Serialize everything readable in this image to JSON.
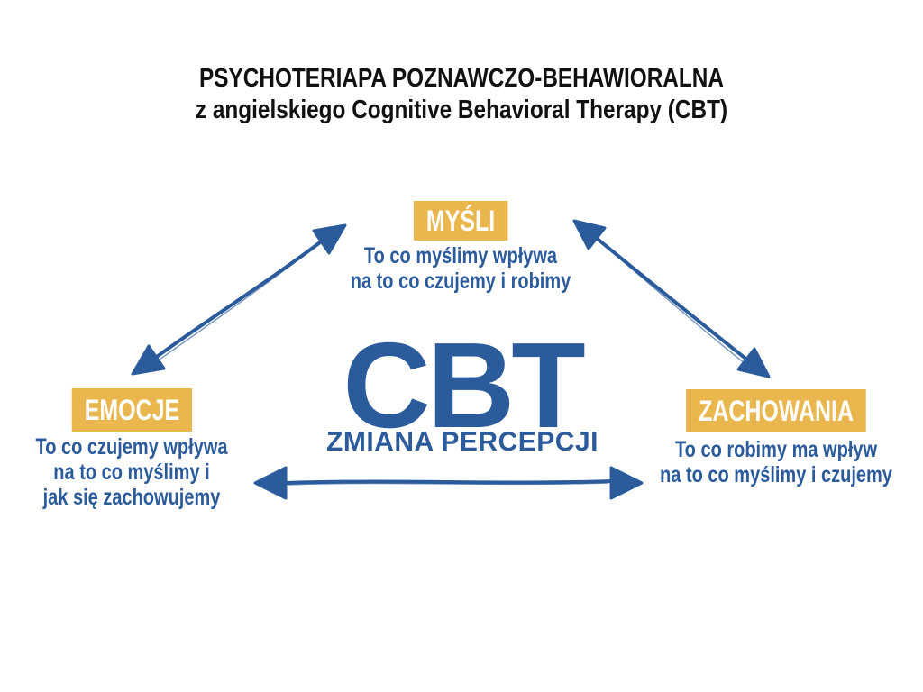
{
  "title": {
    "line1": "PSYCHOTERIAPA POZNAWCZO-BEHAWIORALNA",
    "line2": "z angielskiego Cognitive Behavioral Therapy (CBT)"
  },
  "center": {
    "acronym": "CBT",
    "subtitle": "ZMIANA PERCEPCJI"
  },
  "nodes": {
    "thoughts": {
      "label": "MYŚLI",
      "desc": [
        "To co myślimy wpływa",
        "na to co czujemy i robimy"
      ]
    },
    "emotions": {
      "label": "EMOCJE",
      "desc": [
        "To co czujemy wpływa",
        "na to co myślimy i",
        "jak się zachowujemy"
      ]
    },
    "behaviors": {
      "label": "ZACHOWANIA",
      "desc": [
        "To co robimy ma wpływ",
        "na to co myślimy i czujemy"
      ]
    }
  },
  "connections": [
    {
      "from": "EMOCJE",
      "to": "MYŚLI",
      "bidirectional": true
    },
    {
      "from": "MYŚLI",
      "to": "ZACHOWANIA",
      "bidirectional": true
    },
    {
      "from": "EMOCJE",
      "to": "ZACHOWANIA",
      "bidirectional": true
    }
  ],
  "colors": {
    "accent_yellow": "#E9B74E",
    "accent_blue": "#2B5B9B",
    "title_color": "#111111",
    "background": "#FFFFFF"
  }
}
